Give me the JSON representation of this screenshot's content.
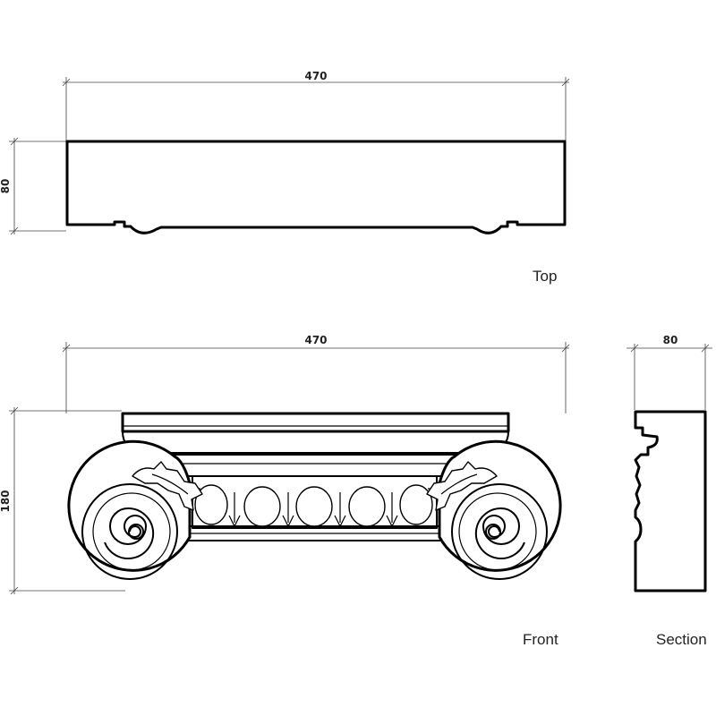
{
  "dimensions": {
    "top_width": "470",
    "top_height": "80",
    "front_width": "470",
    "front_height": "180",
    "section_width": "80"
  },
  "views": {
    "top": "Top",
    "front": "Front",
    "section": "Section"
  }
}
